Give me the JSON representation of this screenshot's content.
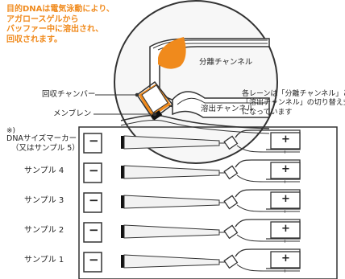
{
  "intro_text": [
    "目的DNAは電気泳動により、",
    "アガロースゲルから",
    "バッファー中に溶出され、",
    "回収されます。"
  ],
  "callouts": {
    "separation_channel": "分離チャンネル",
    "elution_channel": "溶出チャンネル",
    "recovery_chamber": "回収チャンバー",
    "membrane": "メンブレン"
  },
  "switch_note": [
    "各レーンは「分離チャンネル」と",
    "「溶出チャンネル」の切り替え式",
    "になっています"
  ],
  "marker_note": {
    "asterisk": "※)",
    "label": "DNAサイズマーカー",
    "sub": "（又はサンプル 5）"
  },
  "lanes": [
    {
      "label": "",
      "minus": "−",
      "plus": "+",
      "small_plus": "+"
    },
    {
      "label": "サンプル 4",
      "minus": "−",
      "plus": "+",
      "small_plus": "+"
    },
    {
      "label": "サンプル 3",
      "minus": "−",
      "plus": "+",
      "small_plus": "+"
    },
    {
      "label": "サンプル 2",
      "minus": "−",
      "plus": "+",
      "small_plus": "+"
    },
    {
      "label": "サンプル 1",
      "minus": "−",
      "plus": "+",
      "small_plus": "+"
    }
  ],
  "colors": {
    "accent": "#f08a1c",
    "line": "#333333",
    "gel": "#f2f2f2"
  }
}
